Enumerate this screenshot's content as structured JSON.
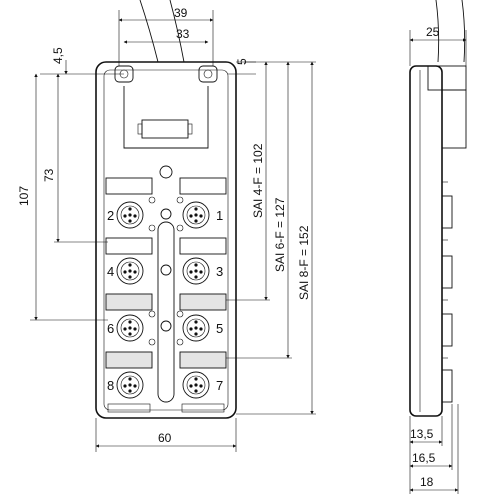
{
  "front_view": {
    "dimensions": {
      "width_top_outer": "39",
      "width_top_inner": "33",
      "offset_left": "4,5",
      "offset_right": "5",
      "height_overall": "107",
      "height_partial": "73",
      "width_body": "60"
    },
    "variants": {
      "sai_4f": "SAI 4-F = 102",
      "sai_6f": "SAI 6-F = 127",
      "sai_8f": "SAI 8-F = 152"
    },
    "ports": [
      "1",
      "2",
      "3",
      "4",
      "5",
      "6",
      "7",
      "8"
    ]
  },
  "side_view": {
    "dimensions": {
      "depth_top": "25",
      "depth_1": "13,5",
      "depth_2": "16,5",
      "depth_3": "18"
    }
  }
}
